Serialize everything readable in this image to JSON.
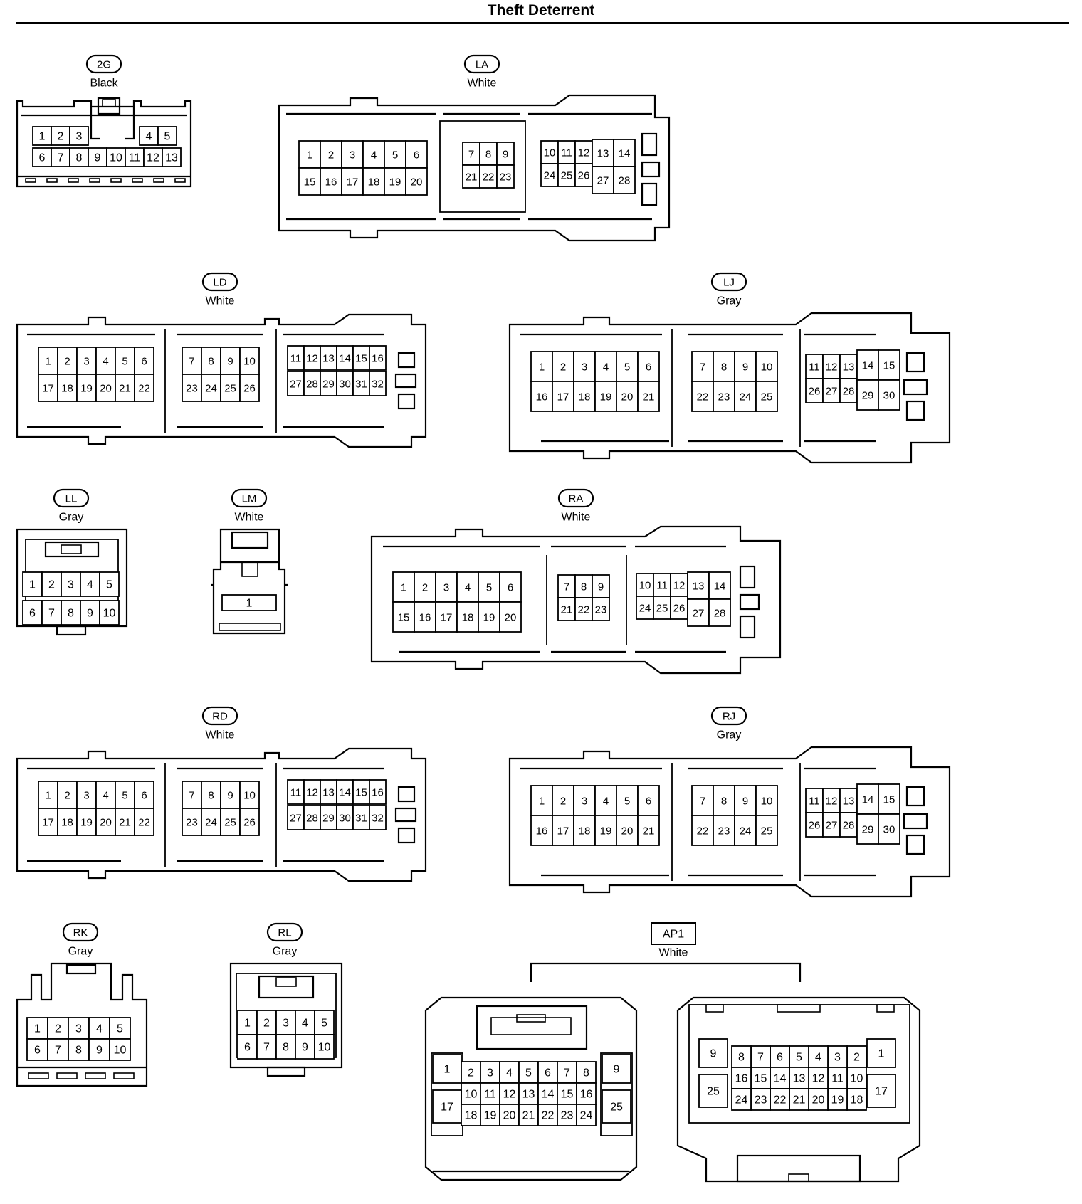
{
  "title": "Theft Deterrent",
  "connectors": [
    {
      "id": "2G",
      "color": "Black",
      "rows": [
        [
          "1",
          "2",
          "3",
          "4",
          "5"
        ],
        [
          "6",
          "7",
          "8",
          "9",
          "10",
          "11",
          "12",
          "13"
        ]
      ]
    },
    {
      "id": "LA",
      "color": "White",
      "rows": [
        [
          "1",
          "2",
          "3",
          "4",
          "5",
          "6",
          "7",
          "8",
          "9",
          "10",
          "11",
          "12",
          "13",
          "14"
        ],
        [
          "15",
          "16",
          "17",
          "18",
          "19",
          "20",
          "21",
          "22",
          "23",
          "24",
          "25",
          "26",
          "27",
          "28"
        ]
      ]
    },
    {
      "id": "LD",
      "color": "White",
      "rows": [
        [
          "1",
          "2",
          "3",
          "4",
          "5",
          "6",
          "7",
          "8",
          "9",
          "10",
          "11",
          "12",
          "13",
          "14",
          "15",
          "16"
        ],
        [
          "17",
          "18",
          "19",
          "20",
          "21",
          "22",
          "23",
          "24",
          "25",
          "26",
          "27",
          "28",
          "29",
          "30",
          "31",
          "32"
        ]
      ]
    },
    {
      "id": "LJ",
      "color": "Gray",
      "rows": [
        [
          "1",
          "2",
          "3",
          "4",
          "5",
          "6",
          "7",
          "8",
          "9",
          "10",
          "11",
          "12",
          "13",
          "14",
          "15"
        ],
        [
          "16",
          "17",
          "18",
          "19",
          "20",
          "21",
          "22",
          "23",
          "24",
          "25",
          "26",
          "27",
          "28",
          "29",
          "30"
        ]
      ]
    },
    {
      "id": "LL",
      "color": "Gray",
      "rows": [
        [
          "1",
          "2",
          "3",
          "4",
          "5"
        ],
        [
          "6",
          "7",
          "8",
          "9",
          "10"
        ]
      ]
    },
    {
      "id": "LM",
      "color": "White",
      "rows": [
        [
          "1"
        ]
      ]
    },
    {
      "id": "RA",
      "color": "White",
      "rows": [
        [
          "1",
          "2",
          "3",
          "4",
          "5",
          "6",
          "7",
          "8",
          "9",
          "10",
          "11",
          "12",
          "13",
          "14"
        ],
        [
          "15",
          "16",
          "17",
          "18",
          "19",
          "20",
          "21",
          "22",
          "23",
          "24",
          "25",
          "26",
          "27",
          "28"
        ]
      ]
    },
    {
      "id": "RD",
      "color": "White",
      "rows": [
        [
          "1",
          "2",
          "3",
          "4",
          "5",
          "6",
          "7",
          "8",
          "9",
          "10",
          "11",
          "12",
          "13",
          "14",
          "15",
          "16"
        ],
        [
          "17",
          "18",
          "19",
          "20",
          "21",
          "22",
          "23",
          "24",
          "25",
          "26",
          "27",
          "28",
          "29",
          "30",
          "31",
          "32"
        ]
      ]
    },
    {
      "id": "RJ",
      "color": "Gray",
      "rows": [
        [
          "1",
          "2",
          "3",
          "4",
          "5",
          "6",
          "7",
          "8",
          "9",
          "10",
          "11",
          "12",
          "13",
          "14",
          "15"
        ],
        [
          "16",
          "17",
          "18",
          "19",
          "20",
          "21",
          "22",
          "23",
          "24",
          "25",
          "26",
          "27",
          "28",
          "29",
          "30"
        ]
      ]
    },
    {
      "id": "RK",
      "color": "Gray",
      "rows": [
        [
          "1",
          "2",
          "3",
          "4",
          "5"
        ],
        [
          "6",
          "7",
          "8",
          "9",
          "10"
        ]
      ]
    },
    {
      "id": "RL",
      "color": "Gray",
      "rows": [
        [
          "1",
          "2",
          "3",
          "4",
          "5"
        ],
        [
          "6",
          "7",
          "8",
          "9",
          "10"
        ]
      ]
    },
    {
      "id": "AP1",
      "color": "White",
      "rows": [
        [
          "1",
          "2",
          "3",
          "4",
          "5",
          "6",
          "7",
          "8",
          "9"
        ],
        [
          "10",
          "11",
          "12",
          "13",
          "14",
          "15",
          "16",
          "17"
        ],
        [
          "18",
          "19",
          "20",
          "21",
          "22",
          "23",
          "24",
          "25"
        ]
      ]
    }
  ]
}
